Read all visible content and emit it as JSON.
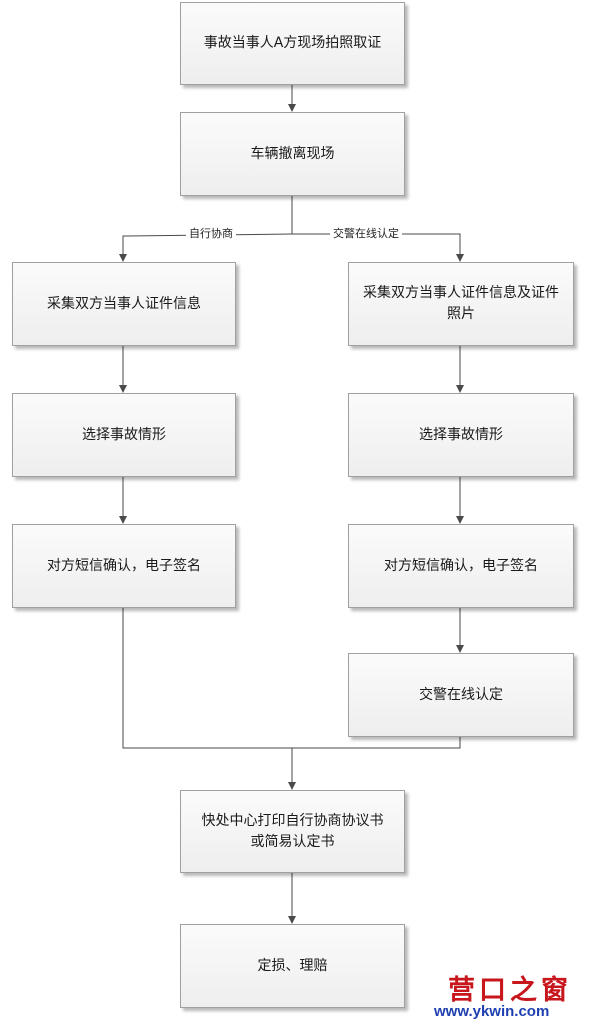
{
  "flowchart": {
    "steps": {
      "start": "事故当事人A方现场拍照取证",
      "evacuate": "车辆撤离现场",
      "left_collect": "采集双方当事人证件信息",
      "right_collect": "采集双方当事人证件信息及证件照片",
      "left_select": "选择事故情形",
      "right_select": "选择事故情形",
      "left_confirm": "对方短信确认，电子签名",
      "right_confirm": "对方短信确认，电子签名",
      "police_confirm": "交警在线认定",
      "print_line1": "快处中心打印自行协商协议书",
      "print_line2": "或简易认定书",
      "final": "定损、理赔"
    },
    "branches": {
      "left": "自行协商",
      "right": "交警在线认定"
    }
  },
  "watermark": {
    "title": "营口之窗",
    "url": "www.ykwin.com"
  },
  "colors": {
    "line": "#4a4a4a",
    "box_border": "#a0a0a0",
    "watermark_title": "#c8161d",
    "watermark_url": "#1f3fb0"
  }
}
